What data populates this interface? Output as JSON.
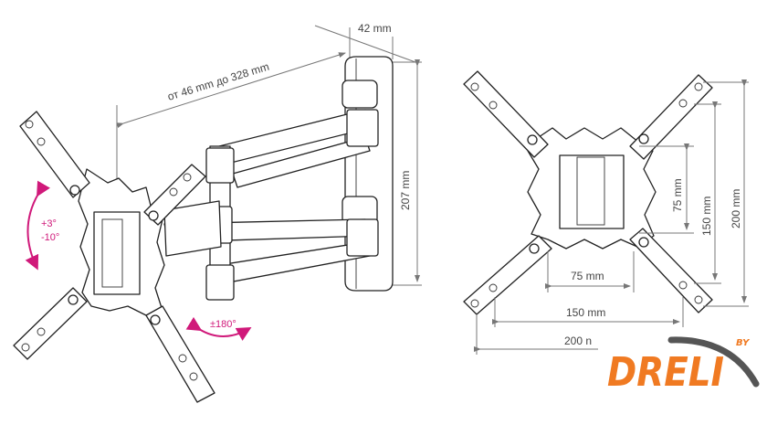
{
  "side_view": {
    "arm_extension": "от 46 mm до 328 mm",
    "depth": "42 mm",
    "height": "207 mm",
    "tilt_up": "+3°",
    "tilt_down": "-10°",
    "swivel": "±180°"
  },
  "front_view": {
    "vesa_v_75": "75 mm",
    "vesa_v_150": "150 mm",
    "vesa_v_200": "200 mm",
    "vesa_h_75": "75 mm",
    "vesa_h_150": "150 mm",
    "vesa_h_200": "200 n"
  },
  "logo": {
    "text": "DRELI",
    "by": "BY"
  },
  "colors": {
    "accent": "#d0197a",
    "logo_orange": "#f07a22",
    "logo_gray": "#555555"
  }
}
